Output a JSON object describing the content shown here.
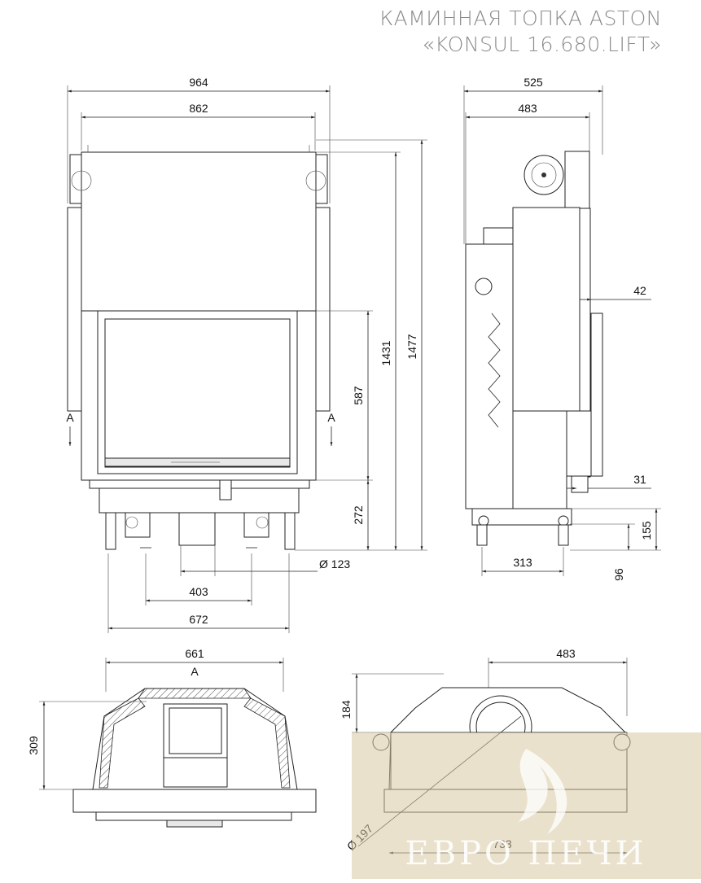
{
  "title": {
    "line1": "КАМИННАЯ ТОПКА ASTON",
    "line2": "«KONSUL 16.680.LIFT»"
  },
  "front_view": {
    "width_total": "964",
    "width_body": "862",
    "height_total": "1477",
    "height_body": "1431",
    "glass_height": "587",
    "base_height": "272",
    "flue_diameter": "Ø 123",
    "legs_inner": "403",
    "legs_outer": "672",
    "section_mark": "A"
  },
  "side_view": {
    "depth_total": "525",
    "depth_body": "483",
    "door_offset": "42",
    "bottom_offset": "31",
    "leg_height": "155",
    "leg_min": "96",
    "leg_spacing": "313"
  },
  "top_section": {
    "width": "661",
    "depth": "309",
    "section_mark": "A"
  },
  "top_view": {
    "depth": "483",
    "height_top": "184",
    "outlet_diameter": "Ø 197",
    "width": "733"
  },
  "watermark": {
    "text": "ЕВРО ПЕЧИ"
  },
  "colors": {
    "title": "#8c8c8c",
    "line": "#222222",
    "watermark_bg": "#d9c9a3",
    "watermark_text": "#ffffff"
  }
}
